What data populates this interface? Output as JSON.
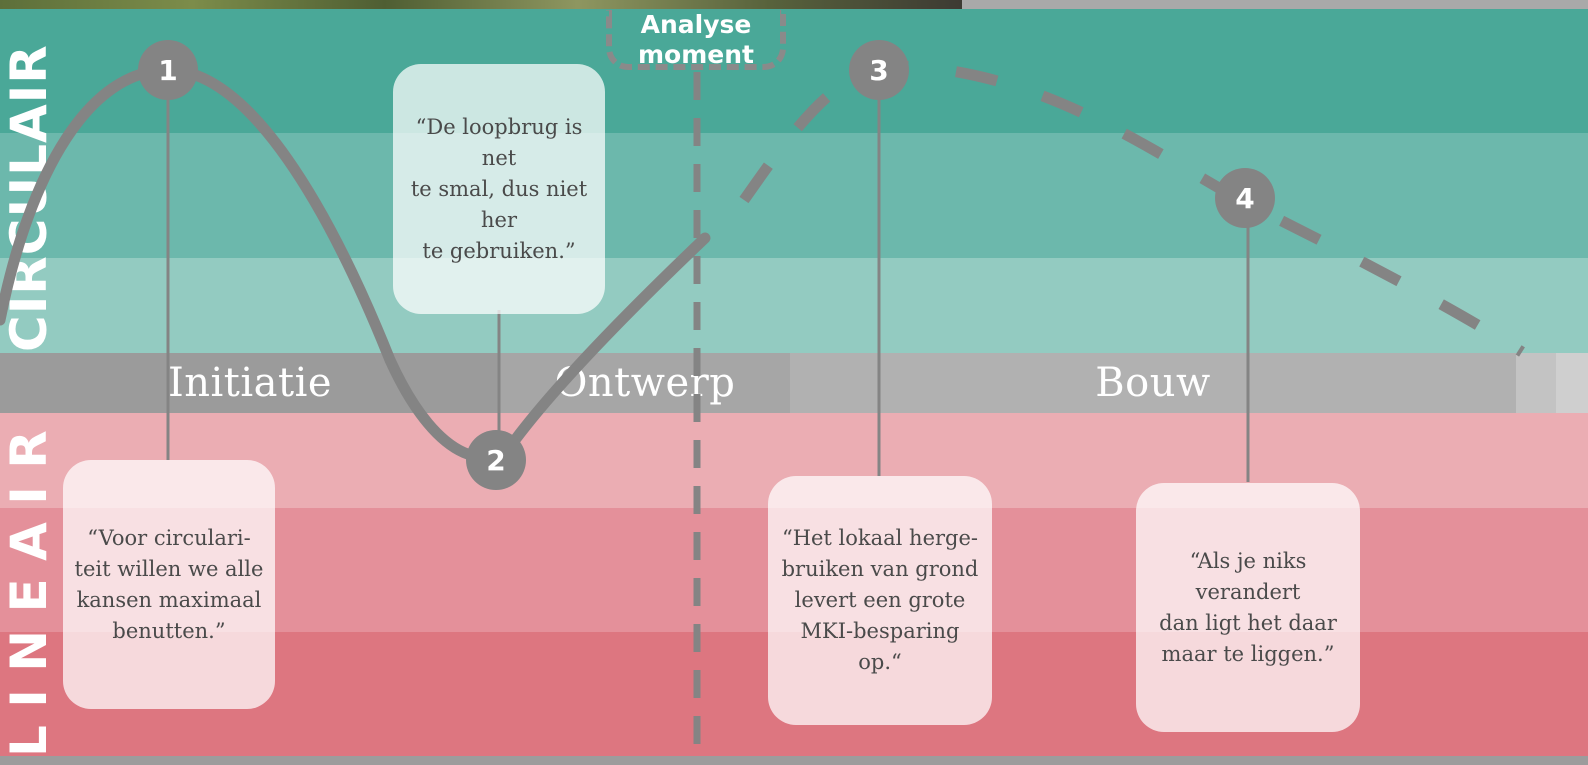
{
  "colors": {
    "circ_top": "#4aa898",
    "circ_mid": "#6cb8ac",
    "circ_low": "#93cbc1",
    "lin_top": "#ebadb3",
    "lin_mid": "#e4909a",
    "lin_low": "#dd7680",
    "curve": "#848484",
    "phase_initiatie": "#9b9b9b",
    "phase_ontwerp": "#a6a6a6",
    "phase_bouw": "#b1b1b1"
  },
  "labels": {
    "circular": "CIRCULAIR",
    "linear": "L I N E A I R",
    "analyse_line1": "Analyse",
    "analyse_line2": "moment"
  },
  "phases": [
    {
      "name": "Initiatie"
    },
    {
      "name": "Ontwerp"
    },
    {
      "name": "Bouw"
    }
  ],
  "markers": [
    "1",
    "2",
    "3",
    "4"
  ],
  "quotes": [
    {
      "text": "“Voor circulari-\nteit willen we alle\nkansen maximaal\nbenutten.”"
    },
    {
      "text": "“De loopbrug is net\nte smal, dus niet her\nte gebruiken.”"
    },
    {
      "text": "“Het lokaal herge-\nbruiken van grond\nlevert een grote\nMKI-besparing op.“"
    },
    {
      "text": "“Als je niks verandert\ndan ligt het daar\nmaar te liggen.”"
    }
  ]
}
